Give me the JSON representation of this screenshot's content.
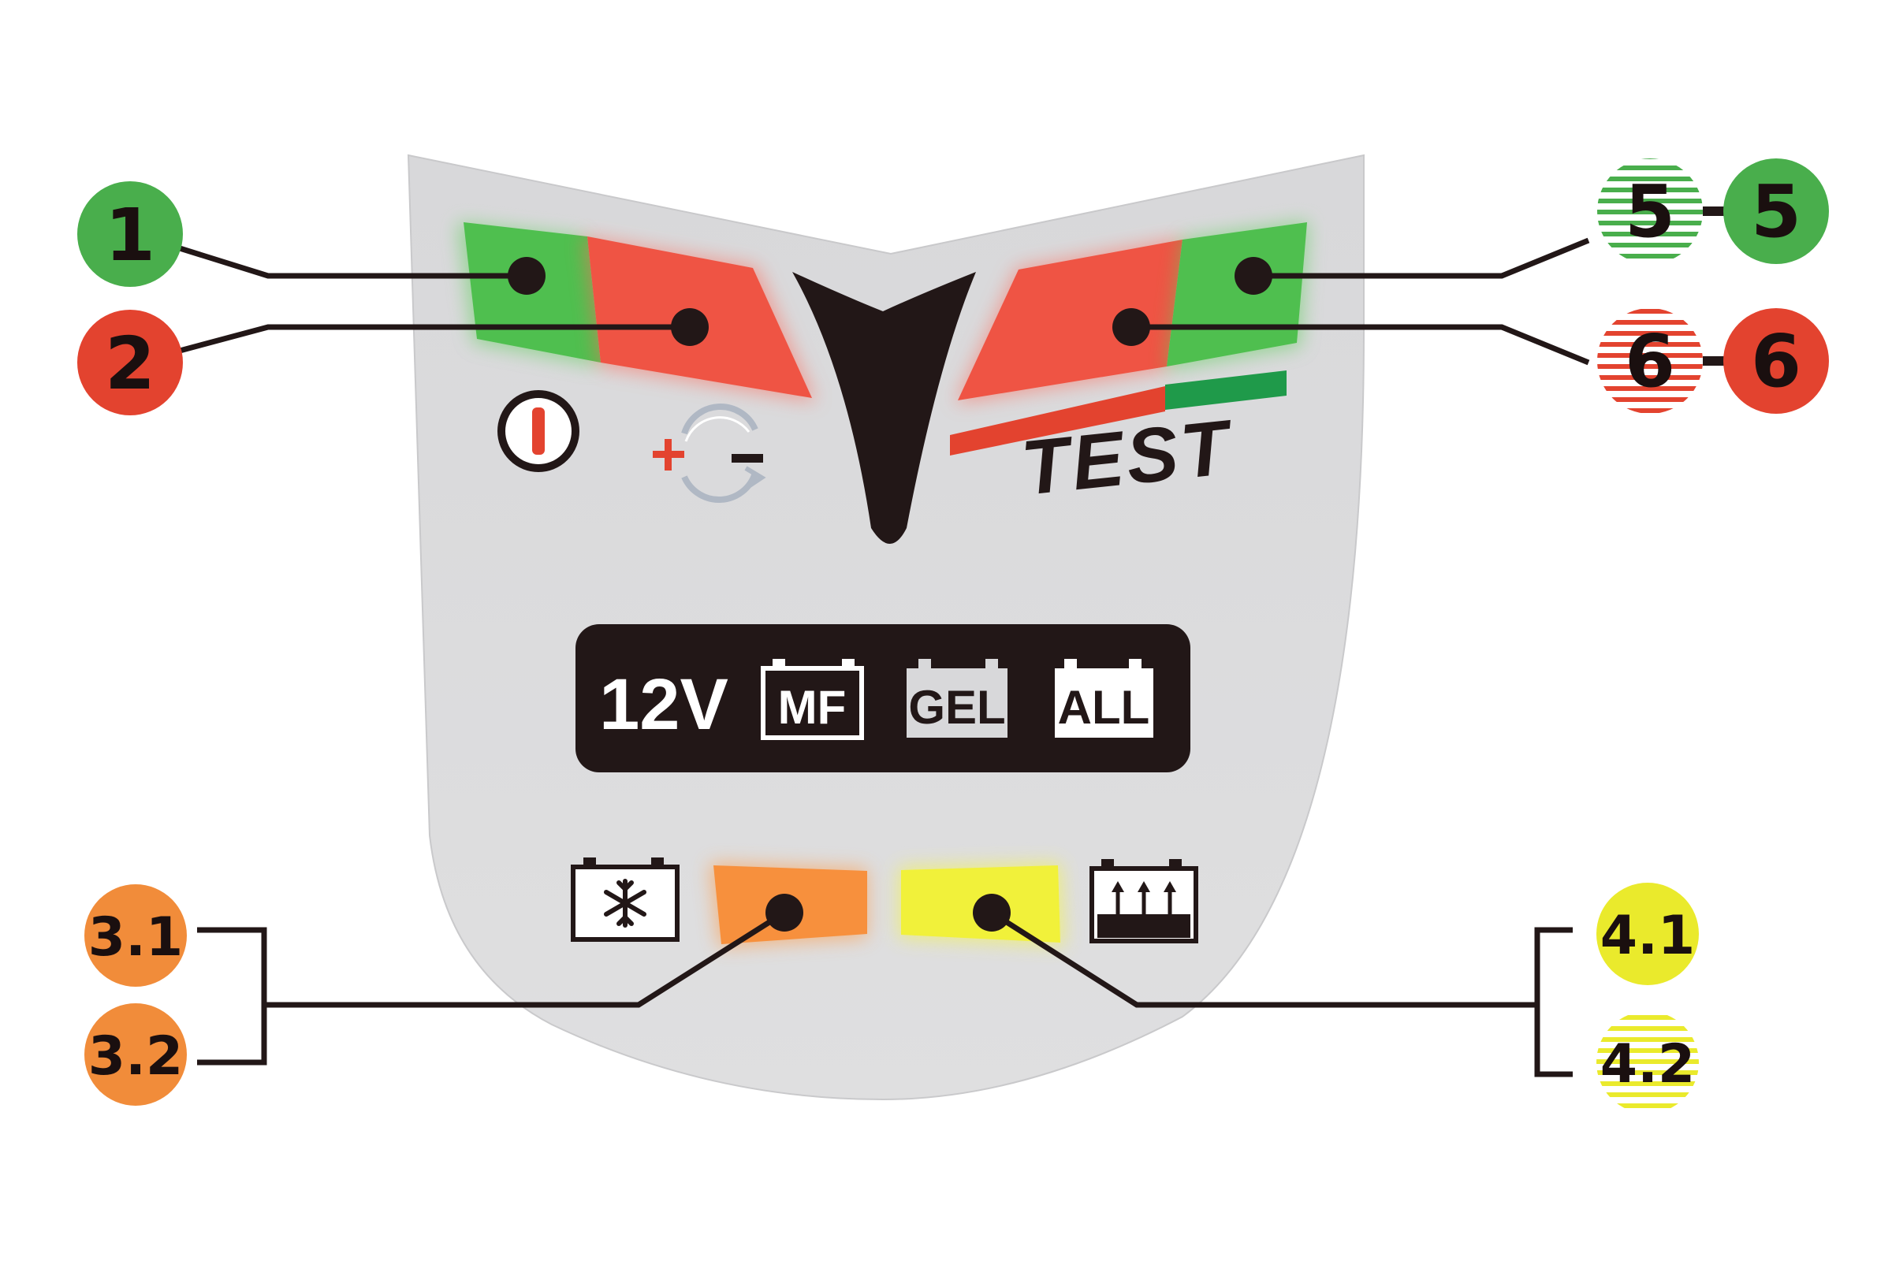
{
  "colors": {
    "panel": "#dcdcdd",
    "green": "#49ae4c",
    "red": "#e3432f",
    "orange": "#f18c3a",
    "yellow": "#eaea2c",
    "dark": "#221717",
    "badge_text": "#1a0f0f"
  },
  "callouts": {
    "c1": "1",
    "c2": "2",
    "c3_1": "3.1",
    "c3_2": "3.2",
    "c4_1": "4.1",
    "c4_2": "4.2",
    "c5_blink": "5",
    "c5": "5",
    "c6_blink": "6",
    "c6": "6"
  },
  "icons": {
    "power": "power-icon",
    "polarity": "polarity-swap-icon",
    "test": "test-icon",
    "cold": "snowflake-battery-icon",
    "charge": "battery-charge-icon"
  },
  "panel": {
    "test_label": "TEST",
    "voltage": "12V",
    "battery_types": [
      "MF",
      "GEL",
      "ALL"
    ]
  }
}
